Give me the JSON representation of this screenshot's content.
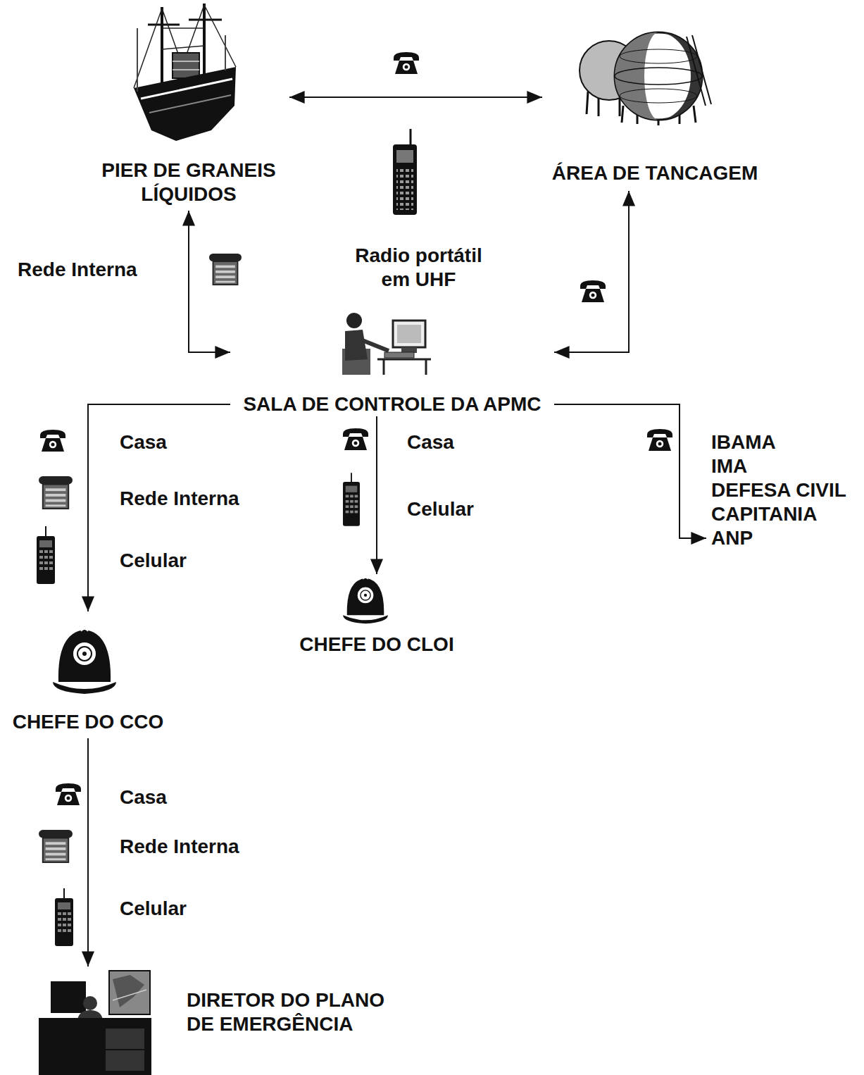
{
  "diagram": {
    "nodes": [
      {
        "text": [
          "PIER DE GRANEIS LÍQUIDOS"
        ]
      },
      {
        "text": [
          "ÁREA DE TANCAGEM"
        ]
      },
      {
        "text": [
          "SALA DE CONTROLE DA APMC"
        ]
      },
      {
        "text": [
          "CHEFE DO CCO"
        ]
      },
      {
        "text": [
          "CHEFE DO CLOI"
        ]
      },
      {
        "text": [
          "IBAMA",
          "IMA",
          "DEFESA CIVIL",
          "CAPITANIA",
          "ANP"
        ]
      },
      {
        "text": [
          "DIRETOR DO PLANO DE EMERGÊNCIA"
        ]
      }
    ],
    "edges": [
      {
        "from": 0,
        "to": 1,
        "arrow": "both"
      },
      {
        "from": 0,
        "to": 2,
        "arrow": "both"
      },
      {
        "from": 1,
        "to": 2,
        "arrow": "both"
      },
      {
        "from": 2,
        "to": 3,
        "arrow": "to"
      },
      {
        "from": 2,
        "to": 4,
        "arrow": "to"
      },
      {
        "from": 2,
        "to": 5,
        "arrow": "to"
      },
      {
        "from": 3,
        "to": 6,
        "arrow": "to"
      }
    ],
    "labels": [
      "Rede Interna",
      "Radio portátil em UHF",
      "Casa",
      "Rede Interna",
      "Celular",
      "Casa",
      "Celular",
      "Casa",
      "Rede Interna",
      "Celular"
    ]
  }
}
